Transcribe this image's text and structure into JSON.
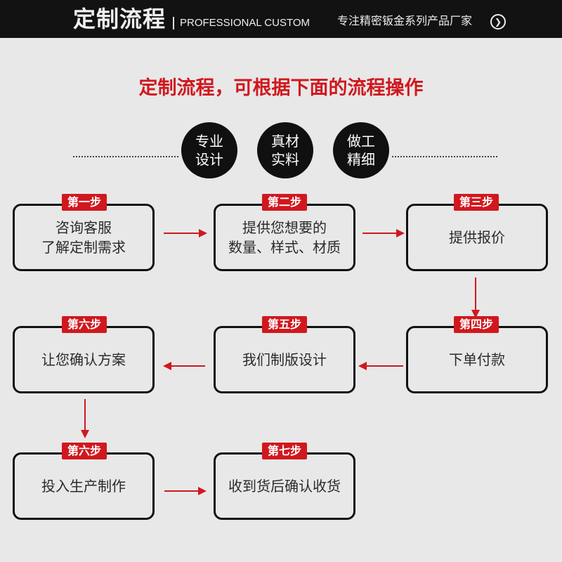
{
  "header": {
    "title": "定制流程",
    "subtitle_en": "PROFESSIONAL CUSTOM",
    "slogan": "专注精密钣金系列产品厂家",
    "arrow_icon": "❯"
  },
  "subtitle": "定制流程，可根据下面的流程操作",
  "features": [
    {
      "line1": "专业",
      "line2": "设计"
    },
    {
      "line1": "真材",
      "line2": "实料"
    },
    {
      "line1": "做工",
      "line2": "精细"
    }
  ],
  "steps": [
    {
      "badge": "第一步",
      "line1": "咨询客服",
      "line2": "了解定制需求"
    },
    {
      "badge": "第二步",
      "line1": "提供您想要的",
      "line2": "数量、样式、材质"
    },
    {
      "badge": "第三步",
      "line1": "提供报价",
      "line2": ""
    },
    {
      "badge": "第四步",
      "line1": "下单付款",
      "line2": ""
    },
    {
      "badge": "第五步",
      "line1": "我们制版设计",
      "line2": ""
    },
    {
      "badge": "第六步",
      "line1": "让您确认方案",
      "line2": ""
    },
    {
      "badge": "第六步",
      "line1": "投入生产制作",
      "line2": ""
    },
    {
      "badge": "第七步",
      "line1": "收到货后确认收货",
      "line2": ""
    }
  ],
  "colors": {
    "accent": "#d0181e",
    "header_bg": "#121212",
    "page_bg": "#e8e8e8"
  }
}
